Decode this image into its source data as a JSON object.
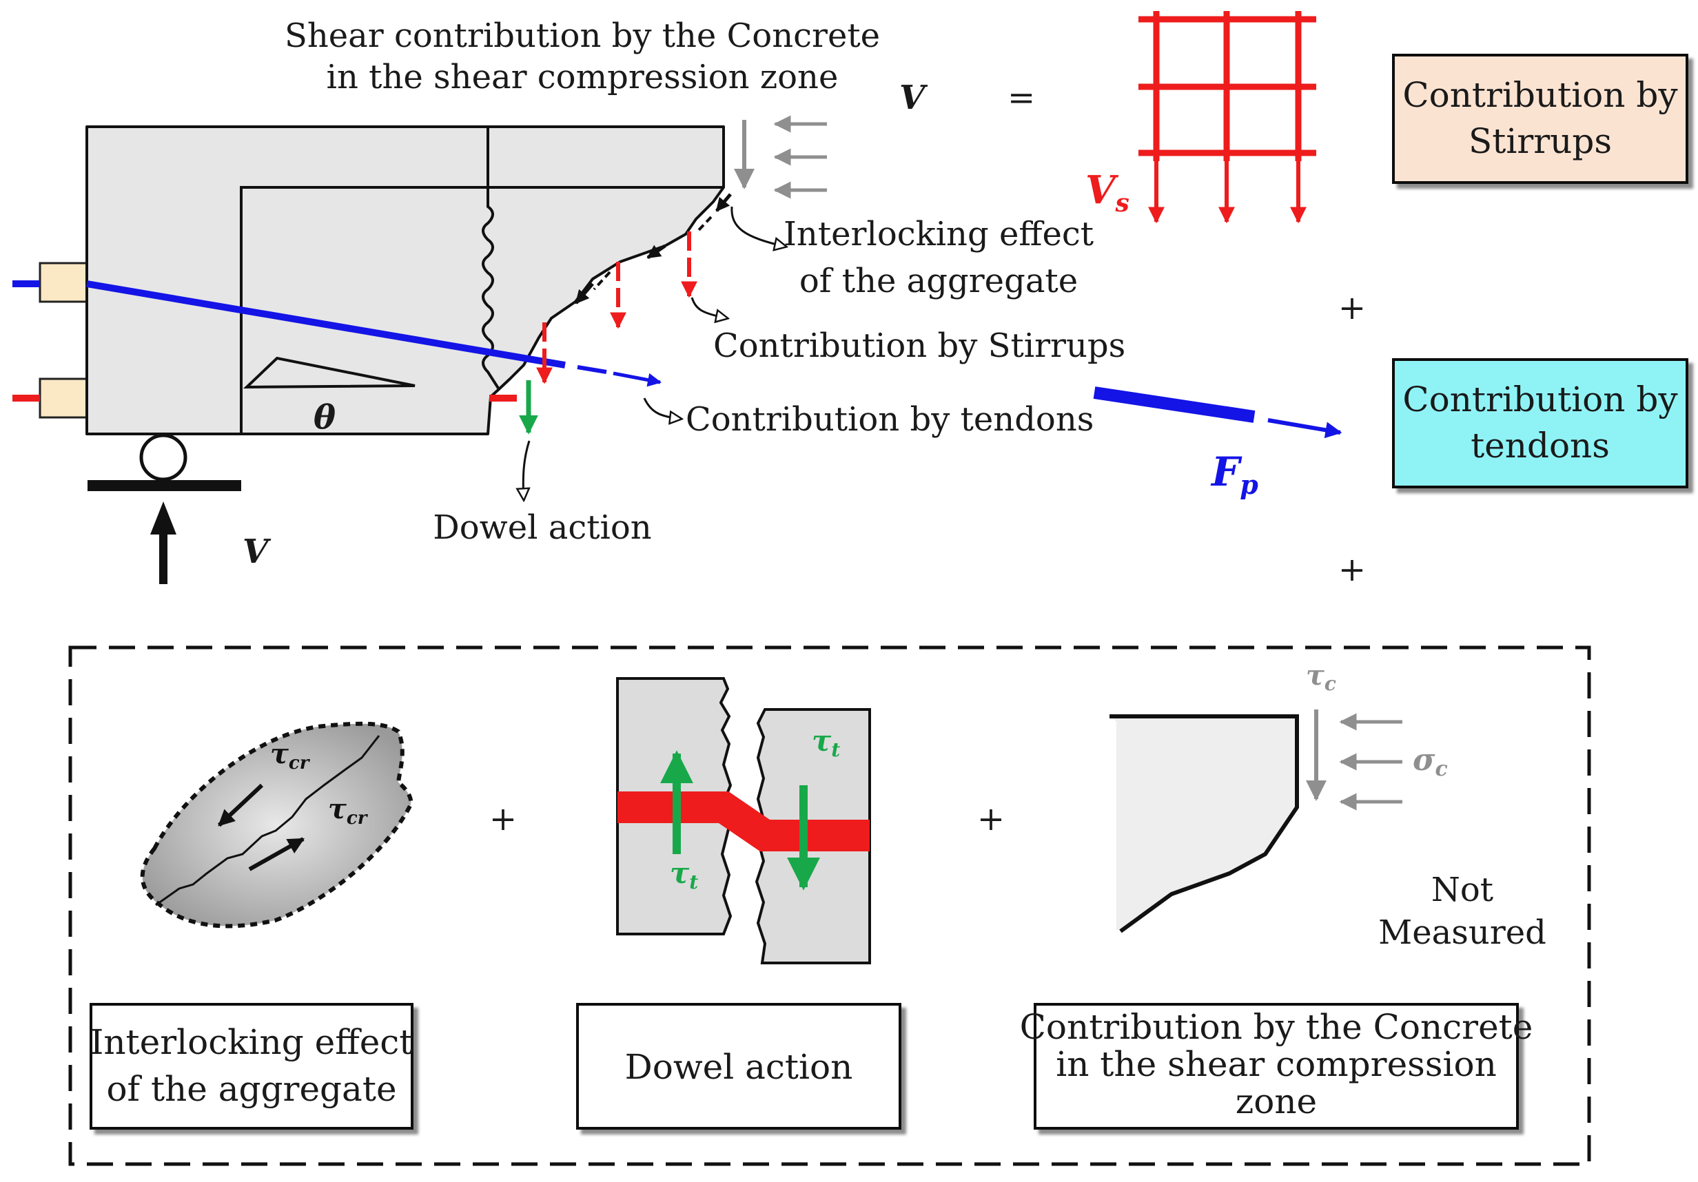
{
  "labels": {
    "shear_conc_1": "Shear contribution by the Concrete",
    "shear_conc_2": "in the shear compression zone",
    "interlock_1": "Interlocking effect",
    "interlock_2": "of the aggregate",
    "stirrups": "Contribution by Stirrups",
    "tendons": "Contribution by tendons",
    "dowel": "Dowel action",
    "V_top": "V",
    "equals": "=",
    "V_bottom": "V",
    "theta": "θ",
    "Vs": "V",
    "Vs_sub": "s",
    "Fp": "F",
    "Fp_sub": "p",
    "plus_right_1": "+",
    "plus_right_2": "+",
    "plus_bottom_1": "+",
    "plus_bottom_2": "+",
    "not_measured_1": "Not",
    "not_measured_2": "Measured",
    "tau_cr_1": "τ",
    "tau_cr_1_sub": "cr",
    "tau_cr_2": "τ",
    "tau_cr_2_sub": "cr",
    "tau_t_1": "τ",
    "tau_t_1_sub": "t",
    "tau_t_2": "τ",
    "tau_t_2_sub": "t",
    "tau_c": "τ",
    "tau_c_sub": "c",
    "sigma_c": "σ",
    "sigma_c_sub": "c"
  },
  "boxes": {
    "stirrups_1": "Contribution by",
    "stirrups_2": "Stirrups",
    "tendons_1": "Contribution by",
    "tendons_2": "tendons",
    "interlock_1": "Interlocking effect",
    "interlock_2": "of the aggregate",
    "dowel": "Dowel action",
    "concrete_1": "Contribution by the Concrete",
    "concrete_2": "in the shear compression",
    "concrete_3": "zone"
  },
  "colors": {
    "stirrup_red": "#ee1c1c",
    "tendon_blue": "#1414e6",
    "dowel_green": "#18a84a",
    "stirrup_box_fill": "#fbe3d2",
    "tendon_box_fill": "#8ff3f6",
    "concrete_grey": "#e6e6e6"
  }
}
